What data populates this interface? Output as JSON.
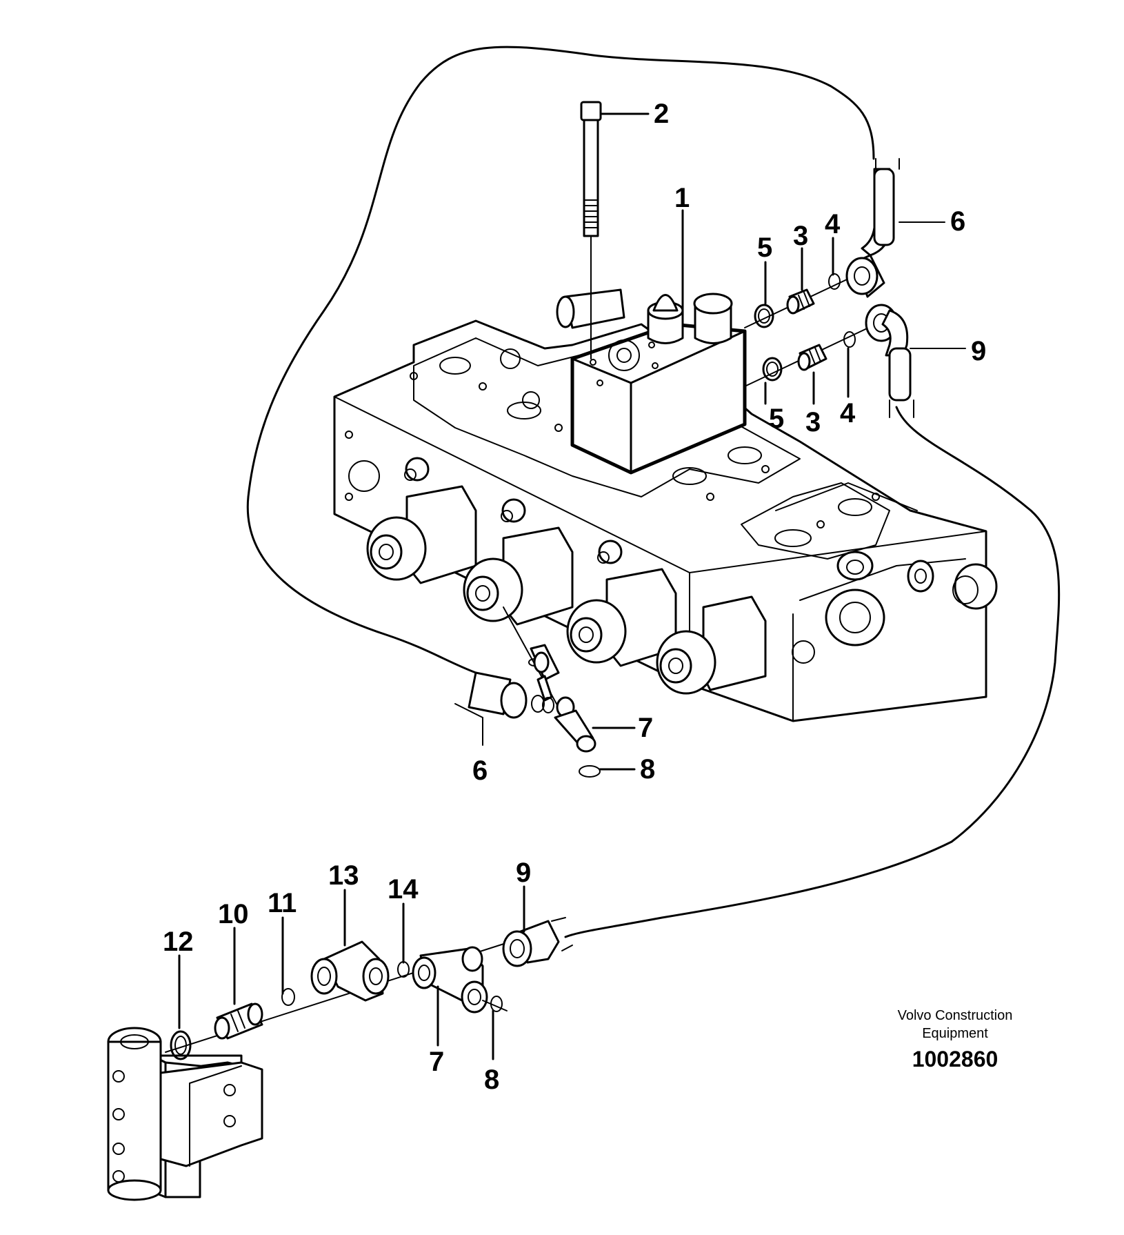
{
  "callouts": {
    "c1": "1",
    "c2": "2",
    "c3a": "3",
    "c3b": "3",
    "c4a": "4",
    "c4b": "4",
    "c5a": "5",
    "c5b": "5",
    "c6a": "6",
    "c6b": "6",
    "c7a": "7",
    "c7b": "7",
    "c8a": "8",
    "c8b": "8",
    "c9a": "9",
    "c9b": "9",
    "c10": "10",
    "c11": "11",
    "c12": "12",
    "c13": "13",
    "c14": "14"
  },
  "caption": {
    "line1": "Volvo Construction",
    "line2": "Equipment",
    "doc_number": "1002860"
  }
}
